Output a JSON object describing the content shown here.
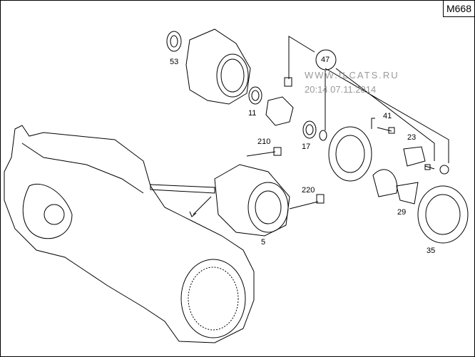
{
  "diagram_code": "M668",
  "watermark": {
    "site": "WWW.ILCATS.RU",
    "timestamp": "20:14 07.11.2014"
  },
  "part_labels": [
    "53",
    "11",
    "47",
    "41",
    "23",
    "17",
    "210",
    "220",
    "5",
    "29",
    "35"
  ]
}
